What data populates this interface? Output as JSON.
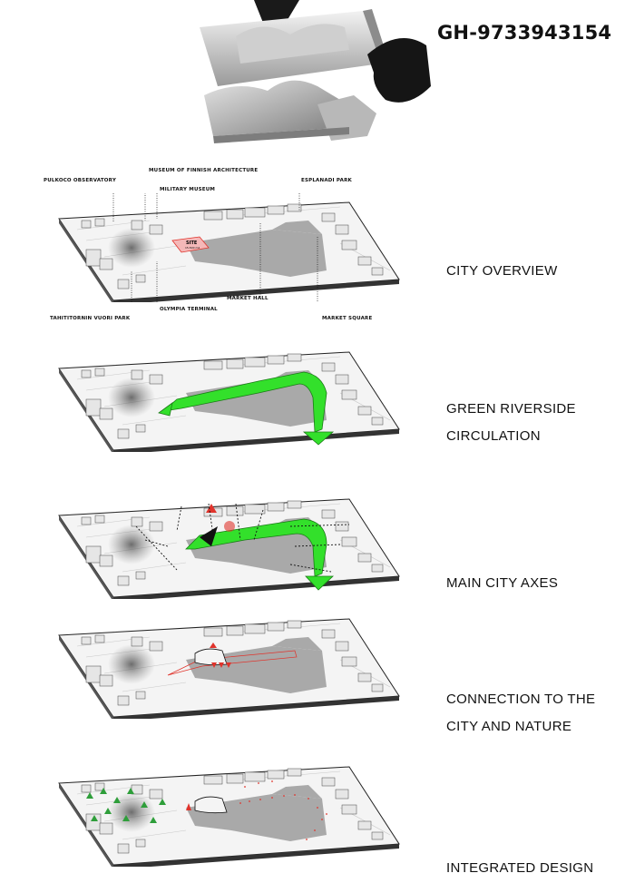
{
  "project_code": "GH-9733943154",
  "callouts": {
    "pulkoco": "PULKOCO OBSERVATORY",
    "museum_arch": "MUSEUM OF FINNISH ARCHITECTURE",
    "military": "MILITARY MUSEUM",
    "esplanadi": "ESPLANADI PARK",
    "market_hall": "MARKET HALL",
    "market_square": "MARKET SQUARE",
    "tahititornin": "TAHITITORNIN VUORI PARK",
    "olympia": "OLYMPIA TERMINAL",
    "site": "SITE",
    "site_area": "15,500 m2"
  },
  "stages": [
    {
      "line1": "CITY OVERVIEW",
      "line2": ""
    },
    {
      "line1": "GREEN RIVERSIDE",
      "line2": "CIRCULATION"
    },
    {
      "line1": "MAIN CITY AXES",
      "line2": ""
    },
    {
      "line1": "CONNECTION TO THE",
      "line2": "CITY AND NATURE"
    },
    {
      "line1": "INTEGRATED DESIGN",
      "line2": ""
    }
  ],
  "colors": {
    "green": "#33e02b",
    "red": "#e0332b",
    "site_fill": "#f4b8b8",
    "water": "#a9a9a9"
  }
}
